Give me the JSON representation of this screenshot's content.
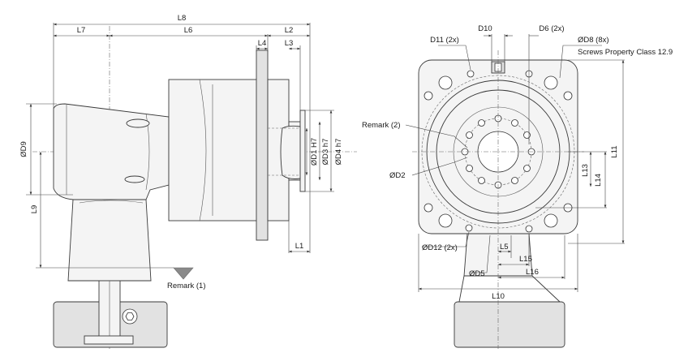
{
  "labels": {
    "L8": "L8",
    "L7": "L7",
    "L6": "L6",
    "L4": "L4",
    "L2": "L2",
    "L3": "L3",
    "D9": "ØD9",
    "L9": "L9",
    "D1": "ØD1 H7",
    "D3": "ØD3 h7",
    "D4": "ØD4 h7",
    "L1": "L1",
    "remark1": "Remark (1)",
    "D10": "D10",
    "D11": "D11 (2x)",
    "D6": "D6 (2x)",
    "D8": "ØD8 (8x)",
    "screws": "Screws Property Class 12.9",
    "remark2": "Remark (2)",
    "D2": "ØD2",
    "L11": "L11",
    "L13": "L13",
    "L14": "L14",
    "D12": "ØD12 (2x)",
    "L5": "L5",
    "L15": "L15",
    "D5": "ØD5",
    "L16": "L16",
    "L10": "L10"
  },
  "colors": {
    "line": "#3a3a3a",
    "fill": "#f4f4f4",
    "remark_marker": "#8a8a8a"
  }
}
